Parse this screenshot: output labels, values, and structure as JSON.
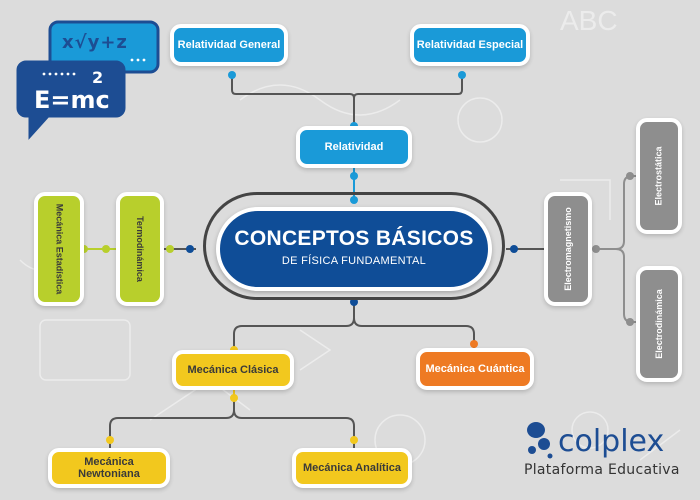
{
  "center": {
    "title": "CONCEPTOS BÁSICOS",
    "subtitle": "DE FÍSICA FUNDAMENTAL"
  },
  "nodes": {
    "relatividad_general": "Relatividad General",
    "relatividad_especial": "Relatividad Especial",
    "relatividad": "Relatividad",
    "mecanica_estadistica": "Mecánica Estadística",
    "termodinamica": "Termodinámica",
    "electromagnetismo": "Electromagnetismo",
    "electrostatica": "Electrostática",
    "electrodinamica": "Electrodinámica",
    "mecanica_clasica": "Mecánica Clásica",
    "mecanica_cuantica": "Mecánica Cuántica",
    "mecanica_newtoniana": "Mecánica Newtoniana",
    "mecanica_analitica": "Mecánica Analítica"
  },
  "icon": {
    "formula_top": "x√y+z",
    "formula_bottom": "E=mc",
    "exponent": "2"
  },
  "brand": {
    "name": "colplex",
    "subtitle": "Plataforma Educativa"
  },
  "colors": {
    "blue": "#1a9ad8",
    "navy": "#0f4d97",
    "yellow": "#f2c81e",
    "orange": "#ee7a23",
    "green": "#b8cf2c",
    "gray": "#8e8e8e"
  }
}
